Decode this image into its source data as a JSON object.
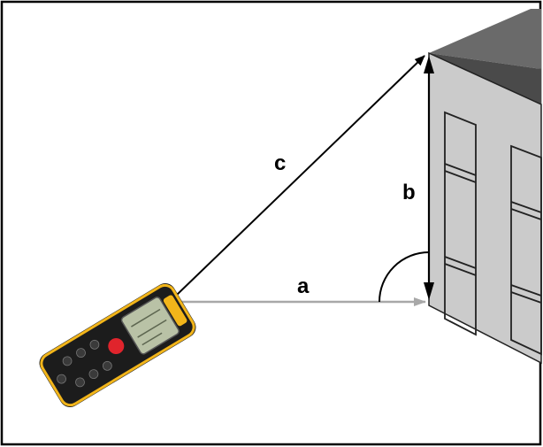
{
  "labels": {
    "a": "a",
    "b": "b",
    "c": "c"
  },
  "colors": {
    "frame": "#000000",
    "building_front": "#cbcbcb",
    "building_side": "#4a4a4a",
    "building_top": "#6a6a6a",
    "line_a": "#a8a8a8",
    "line_c": "#000000",
    "device_body": "#1c1c1c",
    "device_accent": "#f2b51a",
    "device_screen": "#b9c2a6",
    "device_button_red": "#e0242c"
  },
  "device": {
    "icon": "laser-distance-meter-icon"
  }
}
